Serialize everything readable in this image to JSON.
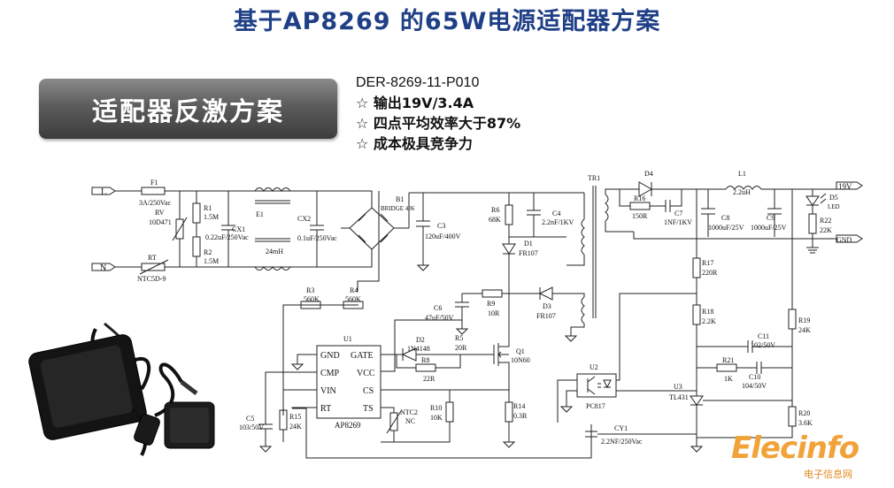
{
  "header": {
    "title": "基于AP8269 的65W电源适配器方案"
  },
  "banner": {
    "label": "适配器反激方案"
  },
  "specs": {
    "code": "DER-8269-11-P010",
    "features": [
      "☆ 输出19V/3.4A",
      "☆ 四点平均效率大于87%",
      "☆ 成本极具竞争力"
    ]
  },
  "schematic": {
    "terminals": {
      "L": "L",
      "N": "N",
      "out_pos": "19V",
      "gnd": "GND"
    },
    "F1": {
      "ref": "F1",
      "val": "3A/250Vac"
    },
    "RV": {
      "ref": "RV",
      "val": "10D471"
    },
    "RT": {
      "ref": "RT",
      "val": "NTC5D-9"
    },
    "R1": {
      "ref": "R1",
      "val": "1.5M"
    },
    "R2": {
      "ref": "R2",
      "val": "1.5M"
    },
    "CX1": {
      "ref": "CX1",
      "val": "0.22uF/250Vac"
    },
    "E1": {
      "ref": "E1",
      "val": "24mH"
    },
    "CX2": {
      "ref": "CX2",
      "val": "0.1uF/250Vac"
    },
    "B1": {
      "ref": "B1",
      "val": "BRIDGE 406"
    },
    "C3": {
      "ref": "C3",
      "val": "120uF/400V"
    },
    "R6": {
      "ref": "R6",
      "val": "68K"
    },
    "C4": {
      "ref": "C4",
      "val": "2.2nF/1KV"
    },
    "D1": {
      "ref": "D1",
      "val": "FR107"
    },
    "TR1": {
      "ref": "TR1"
    },
    "D4": {
      "ref": "D4"
    },
    "R16": {
      "ref": "R16",
      "val": "150R"
    },
    "C7": {
      "ref": "C7",
      "val": "1NF/1KV"
    },
    "L1": {
      "ref": "L1",
      "val": "2.2uH"
    },
    "C8": {
      "ref": "C8",
      "val": "1000uF/25V"
    },
    "C9": {
      "ref": "C9",
      "val": "1000uF/25V"
    },
    "D5": {
      "ref": "D5",
      "val": "LED"
    },
    "R22": {
      "ref": "R22",
      "val": "22K"
    },
    "R3": {
      "ref": "R3",
      "val": "560K"
    },
    "R4": {
      "ref": "R4",
      "val": "560K"
    },
    "C6": {
      "ref": "C6",
      "val": "47uF/50V"
    },
    "R9": {
      "ref": "R9",
      "val": "10R"
    },
    "D3": {
      "ref": "D3",
      "val": "FR107"
    },
    "R5": {
      "ref": "R5",
      "val": "20R"
    },
    "D2": {
      "ref": "D2",
      "val": "1N4148"
    },
    "R8": {
      "ref": "R8",
      "val": "22R"
    },
    "Q1": {
      "ref": "Q1",
      "val": "10N60"
    },
    "R17": {
      "ref": "R17",
      "val": "220R"
    },
    "R18": {
      "ref": "R18",
      "val": "2.2K"
    },
    "R19": {
      "ref": "R19",
      "val": "24K"
    },
    "C11": {
      "ref": "C11",
      "val": "102/50V"
    },
    "R21": {
      "ref": "R21",
      "val": "1K"
    },
    "C10": {
      "ref": "C10",
      "val": "104/50V"
    },
    "U2": {
      "ref": "U2",
      "val": "PC817"
    },
    "U3": {
      "ref": "U3",
      "val": "TL431"
    },
    "R20": {
      "ref": "R20",
      "val": "3.6K"
    },
    "U1": {
      "ref": "U1",
      "val": "AP8269",
      "pins": {
        "gnd": "GND",
        "cmp": "CMP",
        "vin": "VIN",
        "rt": "RT",
        "gate": "GATE",
        "vcc": "VCC",
        "cs": "CS",
        "ts": "TS"
      }
    },
    "C5": {
      "ref": "C5",
      "val": "103/50V"
    },
    "R15": {
      "ref": "R15",
      "val": "24K"
    },
    "R10": {
      "ref": "R10",
      "val": "10K"
    },
    "NTC2": {
      "ref": "NTC2",
      "val": "NC"
    },
    "R14": {
      "ref": "R14",
      "val": "0.3R"
    },
    "CY1": {
      "ref": "CY1",
      "val": "2.2NF/250Vac"
    }
  },
  "watermark": {
    "brand": "Elecinfo",
    "sub": "电子信息网"
  }
}
